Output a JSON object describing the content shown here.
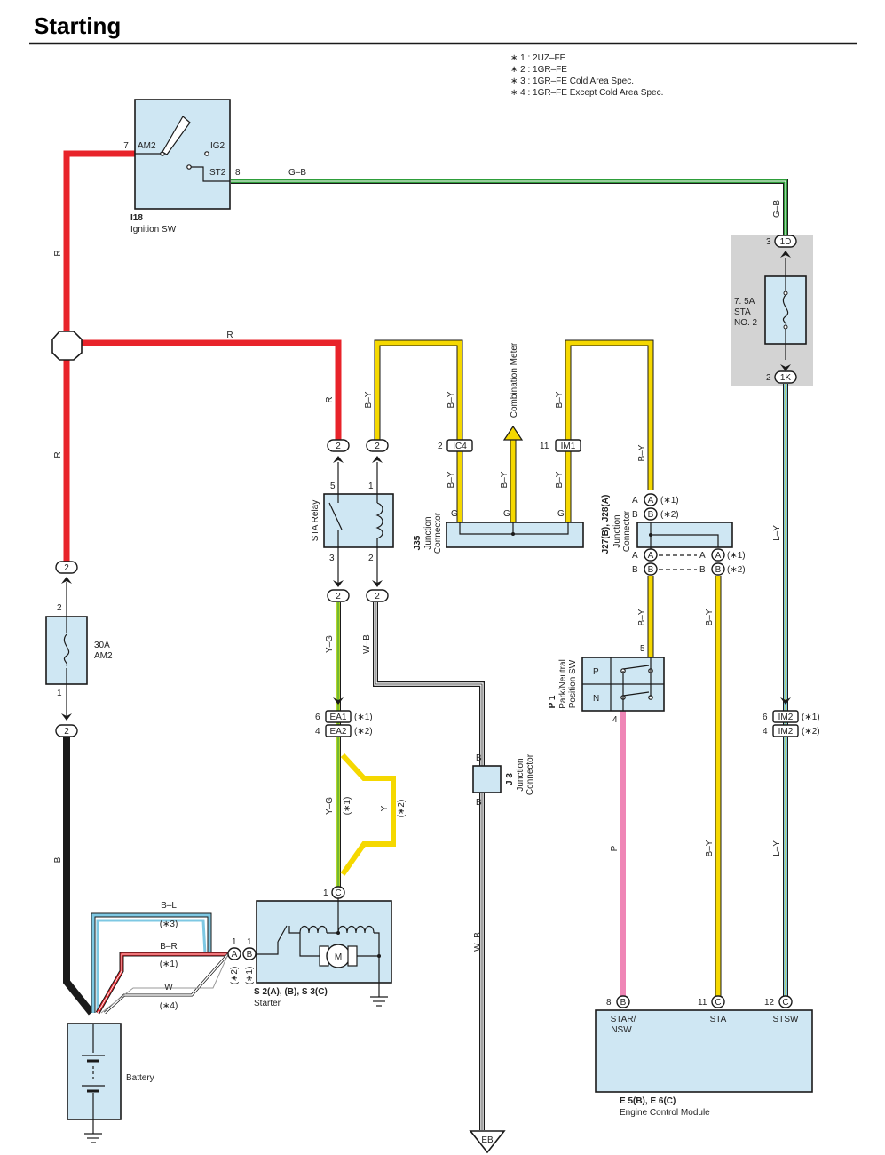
{
  "title": "Starting",
  "notes": [
    "∗ 1 : 2UZ–FE",
    "∗ 2 : 1GR–FE",
    "∗ 3 : 1GR–FE Cold Area Spec.",
    "∗ 4 : 1GR–FE Except Cold Area Spec."
  ],
  "ignition": {
    "code": "I18",
    "name": "Ignition SW",
    "am2": "AM2",
    "ig2": "IG2",
    "st2": "ST2",
    "pin_am2": "7",
    "pin_st2": "8"
  },
  "wires": {
    "r": "R",
    "b": "B",
    "gb": "G–B",
    "by": "B–Y",
    "yg": "Y–G",
    "wb": "W–B",
    "y": "Y",
    "ly": "L–Y",
    "p": "P",
    "bl": "B–L",
    "br": "B–R",
    "w": "W"
  },
  "fuse_sta": {
    "label1": "7. 5A",
    "label2": "STA",
    "label3": "NO. 2",
    "top_conn": "1D",
    "top_pin": "3",
    "bot_conn": "1K",
    "bot_pin": "2"
  },
  "fuse_am2": {
    "label1": "30A",
    "label2": "AM2",
    "pin_top": "2",
    "pin_bot": "1",
    "conn": "2"
  },
  "sta_relay": {
    "name": "STA Relay",
    "p5": "5",
    "p1": "1",
    "p3": "3",
    "p2": "2",
    "conn": "2"
  },
  "j35": {
    "code": "J35",
    "name1": "Junction",
    "name2": "Connector",
    "ic4": "IC4",
    "ic4_pin": "2",
    "im1": "IM1",
    "im1_pin": "11",
    "g": "G",
    "meter": "Combination Meter"
  },
  "j27": {
    "code": "J27(B), J28(A)",
    "name1": "Junction",
    "name2": "Connector",
    "a": "A",
    "b": "B",
    "note1": "(∗1)",
    "note2": "(∗2)"
  },
  "p1": {
    "code": "P 1",
    "name1": "Park/Neutral",
    "name2": "Position SW",
    "p": "P",
    "n": "N",
    "pin5": "5",
    "pin4": "4"
  },
  "ea": {
    "ea1": "EA1",
    "ea2": "EA2",
    "pin6": "6",
    "pin4": "4",
    "note1": "(∗1)",
    "note2": "(∗2)"
  },
  "im2": {
    "label": "IM2",
    "pin6": "6",
    "pin4": "4",
    "note1": "(∗1)",
    "note2": "(∗2)"
  },
  "j3": {
    "code": "J 3",
    "name1": "Junction",
    "name2": "Connector",
    "b": "B"
  },
  "starter": {
    "code": "S 2(A), (B), S 3(C)",
    "name": "Starter",
    "c": "C",
    "a": "A",
    "b": "B",
    "pin1": "1",
    "m": "M",
    "note1": "(∗1)",
    "note2": "(∗2)"
  },
  "battery": {
    "name": "Battery"
  },
  "ecm": {
    "code": "E 5(B), E 6(C)",
    "name": "Engine Control Module",
    "star": "STAR/",
    "nsw": "NSW",
    "sta": "STA",
    "stsw": "STSW",
    "pin8": "8",
    "pin11": "11",
    "pin12": "12",
    "b": "B",
    "c": "C"
  },
  "eb": "EB",
  "notes_small": {
    "n1": "(∗1)",
    "n2": "(∗2)",
    "n3": "(∗3)",
    "n4": "(∗4)"
  },
  "colors": {
    "red": "#e8232a",
    "yellow": "#f5d800",
    "green": "#2e9e3a",
    "lightblue": "#7ec8e3",
    "pink": "#ef86b6",
    "black": "#1a1a1a",
    "box": "#cfe7f3",
    "grey": "#d3d3d3"
  }
}
